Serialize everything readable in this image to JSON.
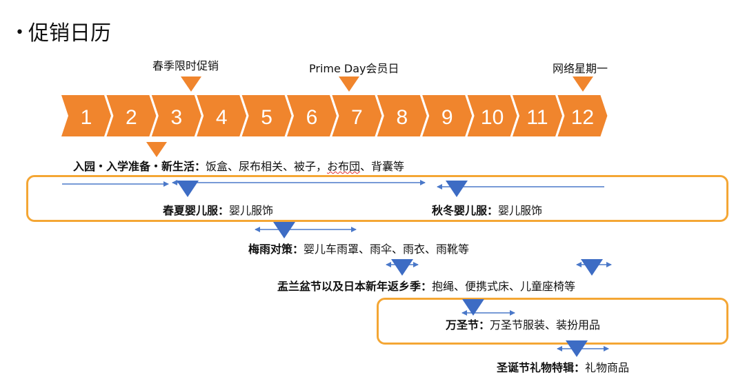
{
  "page": {
    "bullet": "•",
    "title": "促销日历"
  },
  "top_events": [
    {
      "label": "春季限时促销"
    },
    {
      "label": "Prime Day会员日"
    },
    {
      "label": "网络星期一"
    }
  ],
  "months": [
    "1",
    "2",
    "3",
    "4",
    "5",
    "6",
    "7",
    "8",
    "9",
    "10",
    "11",
    "12"
  ],
  "colors": {
    "chevron": "#f0852d",
    "box_border": "#f4a634",
    "triangle_blue": "#3d6cc4",
    "arrow_blue": "#4a78c9"
  },
  "events": {
    "school": {
      "label": "入园・入学准备・新生活：",
      "items_a": "饭盒、尿布相关、被子，",
      "items_b": "お布団",
      "items_c": "、背囊等"
    },
    "spring_summer": {
      "label": "春夏婴儿服：",
      "items": "婴儿服饰"
    },
    "autumn_winter": {
      "label": "秋冬婴儿服：",
      "items": "婴儿服饰"
    },
    "rainy": {
      "label": "梅雨对策：",
      "items": "婴儿车雨罩、雨伞、雨衣、雨靴等"
    },
    "obon": {
      "label": "盂兰盆节以及日本新年返乡季：",
      "items": "抱绳、便携式床、儿童座椅等"
    },
    "halloween": {
      "label": "万圣节：",
      "items": "万圣节服装、装扮用品"
    },
    "christmas": {
      "label": "圣诞节礼物特辑：",
      "items": "礼物商品"
    }
  }
}
